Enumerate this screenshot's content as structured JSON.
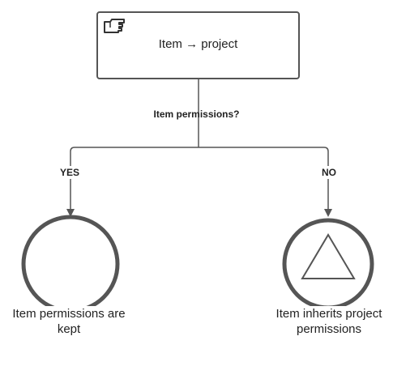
{
  "process": {
    "label": "Item → project",
    "icon": "hand-pointing-icon"
  },
  "decision": {
    "label": "Item permissions?"
  },
  "branches": {
    "yes": "YES",
    "no": "NO"
  },
  "outcomes": {
    "kept": "Item permissions are kept",
    "inherits": "Item inherits project permissions"
  },
  "colors": {
    "stroke": "#555555",
    "text": "#222222"
  }
}
